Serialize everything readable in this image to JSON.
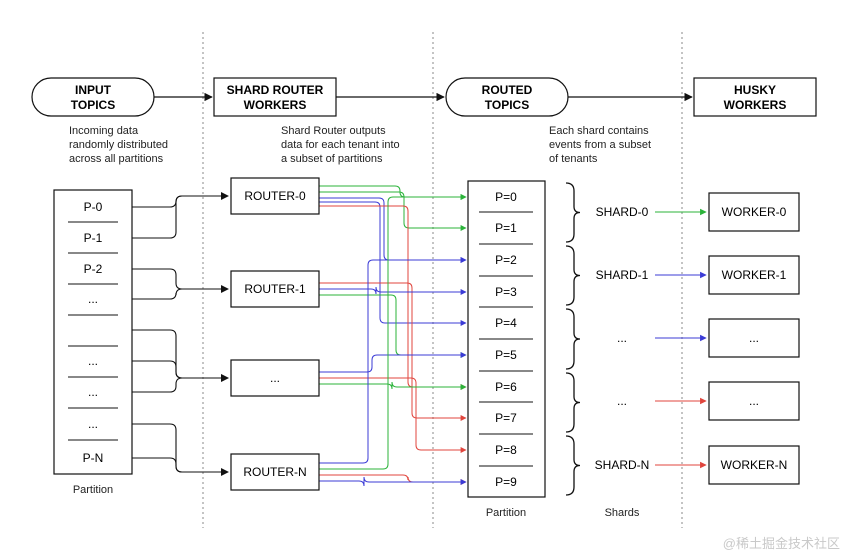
{
  "headers": {
    "input_topics": [
      "INPUT",
      "TOPICS"
    ],
    "shard_router_workers": [
      "SHARD ROUTER",
      "WORKERS"
    ],
    "routed_topics": [
      "ROUTED",
      "TOPICS"
    ],
    "husky_workers": [
      "HUSKY",
      "WORKERS"
    ]
  },
  "descriptions": {
    "input": [
      "Incoming data",
      "randomly distributed",
      "across all partitions"
    ],
    "router": [
      "Shard Router outputs",
      "data for each tenant into",
      "a subset of partitions"
    ],
    "routed": [
      "Each shard contains",
      "events from a subset",
      "of tenants"
    ]
  },
  "input_partitions": [
    "P-0",
    "P-1",
    "P-2",
    "...",
    "",
    "...",
    "...",
    "...",
    "P-N"
  ],
  "routers": [
    "ROUTER-0",
    "ROUTER-1",
    "...",
    "ROUTER-N"
  ],
  "routed_partitions": [
    "P=0",
    "P=1",
    "P=2",
    "P=3",
    "P=4",
    "P=5",
    "P=6",
    "P=7",
    "P=8",
    "P=9"
  ],
  "shards": [
    "SHARD-0",
    "SHARD-1",
    "...",
    "...",
    "SHARD-N"
  ],
  "workers": [
    "WORKER-0",
    "WORKER-1",
    "...",
    "...",
    "WORKER-N"
  ],
  "captions": {
    "input_partition": "Partition",
    "routed_partition": "Partition",
    "shards": "Shards"
  },
  "watermark": "@稀土掘金技术社区",
  "colors": {
    "green": "#2bb33a",
    "blue": "#3b3bd6",
    "red": "#e0453d",
    "line": "#111111",
    "divider": "#888888"
  }
}
